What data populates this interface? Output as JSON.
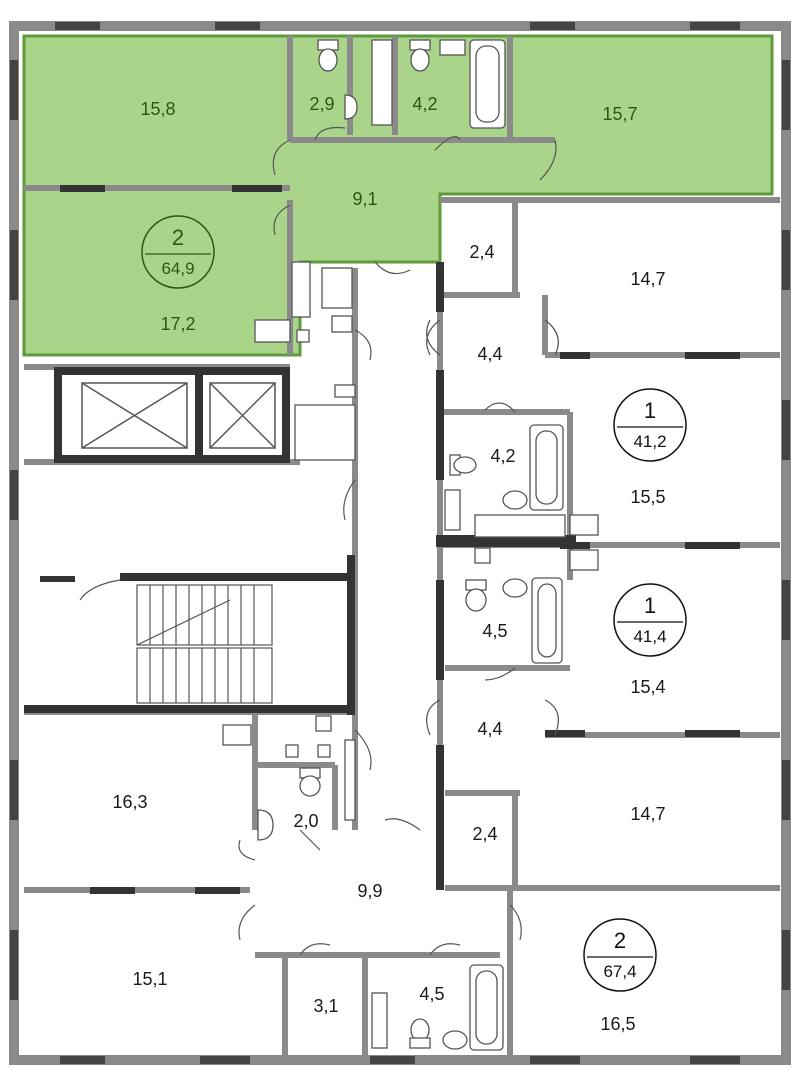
{
  "colors": {
    "wall": "#8a8a8a",
    "wall_dark": "#333333",
    "window": "#444444",
    "highlight_fill": "#a9d48a",
    "highlight_stroke": "#5f9a3c",
    "fixture": "#555555",
    "background": "#ffffff"
  },
  "apartments": [
    {
      "id": "apt-2-64",
      "rooms": "2",
      "area": "64,9",
      "highlighted": true
    },
    {
      "id": "apt-1-412",
      "rooms": "1",
      "area": "41,2",
      "highlighted": false
    },
    {
      "id": "apt-1-414",
      "rooms": "1",
      "area": "41,4",
      "highlighted": false
    },
    {
      "id": "apt-2-674",
      "rooms": "2",
      "area": "67,4",
      "highlighted": false
    }
  ],
  "rooms": [
    {
      "id": "r-15-8",
      "label": "15,8",
      "highlighted": true
    },
    {
      "id": "r-2-9",
      "label": "2,9",
      "highlighted": true
    },
    {
      "id": "r-4-2-top",
      "label": "4,2",
      "highlighted": true
    },
    {
      "id": "r-15-7",
      "label": "15,7",
      "highlighted": true
    },
    {
      "id": "r-9-1",
      "label": "9,1",
      "highlighted": true
    },
    {
      "id": "r-17-2",
      "label": "17,2",
      "highlighted": true
    },
    {
      "id": "r-2-4-top",
      "label": "2,4",
      "highlighted": false
    },
    {
      "id": "r-14-7-top",
      "label": "14,7",
      "highlighted": false
    },
    {
      "id": "r-4-4-top",
      "label": "4,4",
      "highlighted": false
    },
    {
      "id": "r-4-2-mid",
      "label": "4,2",
      "highlighted": false
    },
    {
      "id": "r-15-5",
      "label": "15,5",
      "highlighted": false
    },
    {
      "id": "r-4-5-mid",
      "label": "4,5",
      "highlighted": false
    },
    {
      "id": "r-15-4",
      "label": "15,4",
      "highlighted": false
    },
    {
      "id": "r-4-4-bot",
      "label": "4,4",
      "highlighted": false
    },
    {
      "id": "r-14-7-bot",
      "label": "14,7",
      "highlighted": false
    },
    {
      "id": "r-2-4-bot",
      "label": "2,4",
      "highlighted": false
    },
    {
      "id": "r-16-3",
      "label": "16,3",
      "highlighted": false
    },
    {
      "id": "r-2-0",
      "label": "2,0",
      "highlighted": false
    },
    {
      "id": "r-9-9",
      "label": "9,9",
      "highlighted": false
    },
    {
      "id": "r-15-1",
      "label": "15,1",
      "highlighted": false
    },
    {
      "id": "r-3-1",
      "label": "3,1",
      "highlighted": false
    },
    {
      "id": "r-4-5-bot",
      "label": "4,5",
      "highlighted": false
    },
    {
      "id": "r-16-5",
      "label": "16,5",
      "highlighted": false
    }
  ]
}
